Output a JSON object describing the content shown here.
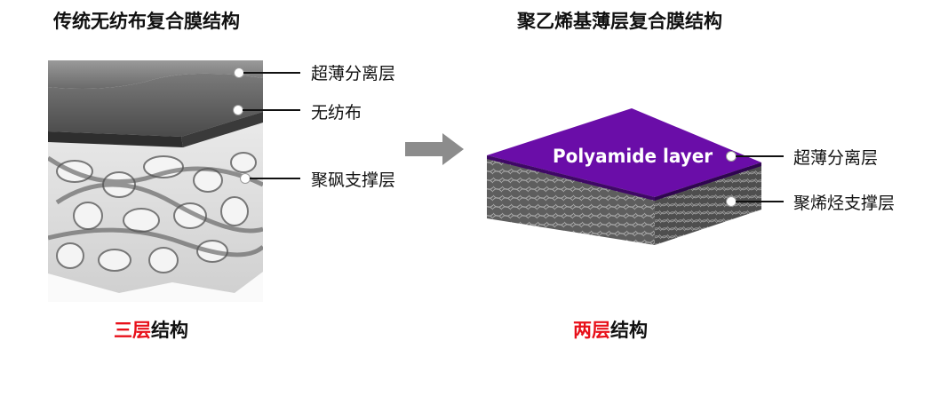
{
  "left_panel": {
    "title": "传统无纺布复合膜结构",
    "layers": [
      "超薄分离层",
      "无纺布",
      "聚砜支撑层"
    ],
    "caption_highlight": "三层",
    "caption_rest": "结构"
  },
  "right_panel": {
    "title": "聚乙烯基薄层复合膜结构",
    "top_face_text": "Polyamide layer",
    "layers": [
      "超薄分离层",
      "聚烯烃支撑层"
    ],
    "caption_highlight": "两层",
    "caption_rest": "结构"
  },
  "colors": {
    "highlight": "#e8101a",
    "polyamide": "#6a0da8",
    "arrow": "#8c8c8c"
  },
  "icons": {
    "transition": "right-arrow-icon"
  }
}
